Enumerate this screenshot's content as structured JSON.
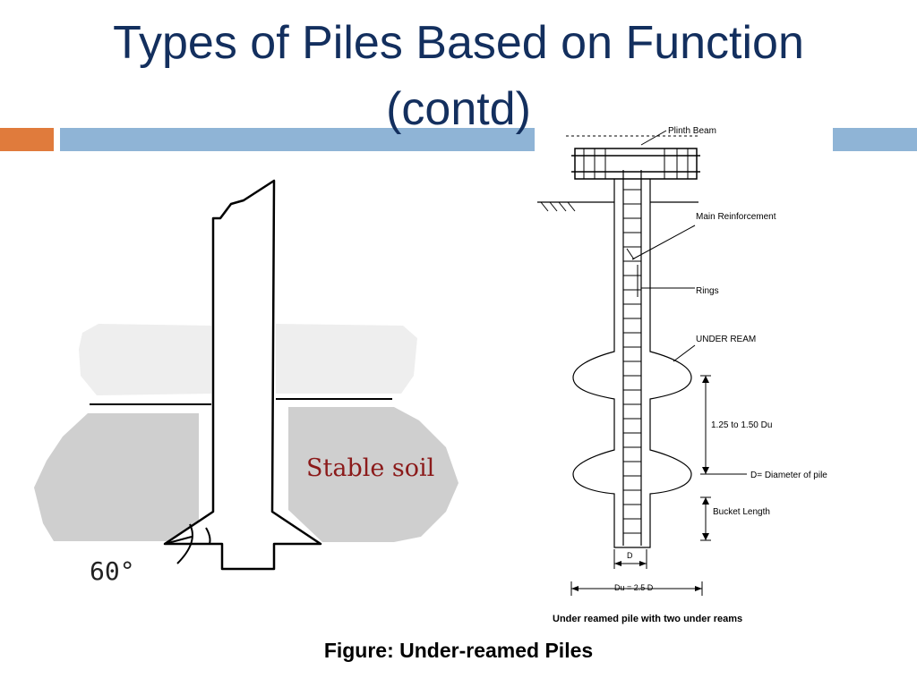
{
  "slide": {
    "title_line1": "Types of Piles Based on Function",
    "title_line2": "(contd)",
    "caption": "Figure: Under-reamed Piles",
    "colors": {
      "title": "#132f5e",
      "accent_orange": "#e07b3c",
      "accent_blue": "#8fb4d6"
    }
  },
  "left_figure": {
    "soil_label": "Stable soil",
    "angle_label": "60°"
  },
  "right_figure": {
    "labels": {
      "plinth_beam": "Plinth Beam",
      "main_reinforcement": "Main Reinforcement",
      "rings": "Rings",
      "under_ream": "UNDER REAM",
      "spacing": "1.25 to 1.50  Du",
      "diameter": "D= Diameter of pile",
      "bucket_length": "Bucket Length",
      "d_dim": "D",
      "du_dim": "Du = 2.5 D"
    },
    "caption": "Under reamed pile with two under reams"
  }
}
